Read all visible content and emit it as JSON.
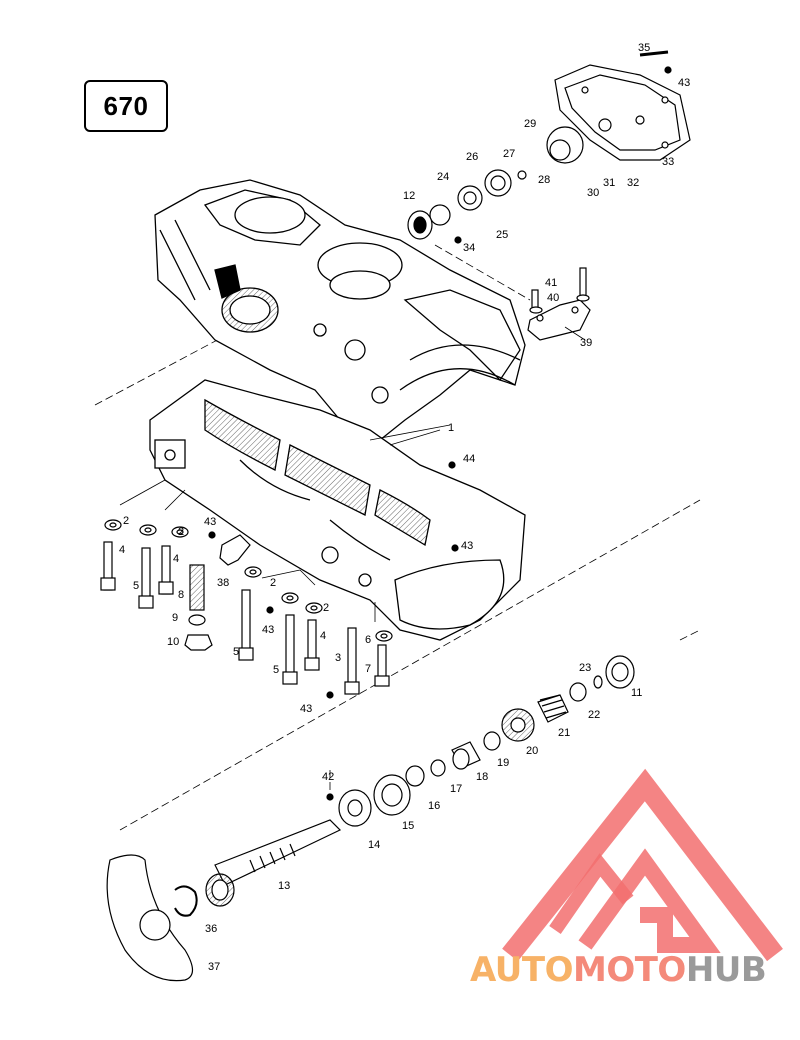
{
  "diagram_ref": "670",
  "callouts": [
    {
      "id": "c35",
      "label": "35"
    },
    {
      "id": "c43a",
      "label": "43"
    },
    {
      "id": "c29",
      "label": "29"
    },
    {
      "id": "c27",
      "label": "27"
    },
    {
      "id": "c26",
      "label": "26"
    },
    {
      "id": "c24",
      "label": "24"
    },
    {
      "id": "c28",
      "label": "28"
    },
    {
      "id": "c30",
      "label": "30"
    },
    {
      "id": "c31",
      "label": "31"
    },
    {
      "id": "c32",
      "label": "32"
    },
    {
      "id": "c33",
      "label": "33"
    },
    {
      "id": "c12",
      "label": "12"
    },
    {
      "id": "c25",
      "label": "25"
    },
    {
      "id": "c34",
      "label": "34"
    },
    {
      "id": "c41",
      "label": "41"
    },
    {
      "id": "c40",
      "label": "40"
    },
    {
      "id": "c39",
      "label": "39"
    },
    {
      "id": "c1",
      "label": "1"
    },
    {
      "id": "c44",
      "label": "44"
    },
    {
      "id": "c43b",
      "label": "43"
    },
    {
      "id": "c43c",
      "label": "43"
    },
    {
      "id": "c2a",
      "label": "2"
    },
    {
      "id": "c2b",
      "label": "2"
    },
    {
      "id": "c4a",
      "label": "4"
    },
    {
      "id": "c5a",
      "label": "5"
    },
    {
      "id": "c4b",
      "label": "4"
    },
    {
      "id": "c8",
      "label": "8"
    },
    {
      "id": "c38",
      "label": "38"
    },
    {
      "id": "c9",
      "label": "9"
    },
    {
      "id": "c10",
      "label": "10"
    },
    {
      "id": "c2c",
      "label": "2"
    },
    {
      "id": "c2d",
      "label": "2"
    },
    {
      "id": "c43d",
      "label": "43"
    },
    {
      "id": "c4c",
      "label": "4"
    },
    {
      "id": "c6",
      "label": "6"
    },
    {
      "id": "c5b",
      "label": "5"
    },
    {
      "id": "c5c",
      "label": "5"
    },
    {
      "id": "c3",
      "label": "3"
    },
    {
      "id": "c7",
      "label": "7"
    },
    {
      "id": "c43e",
      "label": "43"
    },
    {
      "id": "c23",
      "label": "23"
    },
    {
      "id": "c11",
      "label": "11"
    },
    {
      "id": "c22",
      "label": "22"
    },
    {
      "id": "c21",
      "label": "21"
    },
    {
      "id": "c20",
      "label": "20"
    },
    {
      "id": "c19",
      "label": "19"
    },
    {
      "id": "c18",
      "label": "18"
    },
    {
      "id": "c17",
      "label": "17"
    },
    {
      "id": "c16",
      "label": "16"
    },
    {
      "id": "c15",
      "label": "15"
    },
    {
      "id": "c42",
      "label": "42"
    },
    {
      "id": "c14",
      "label": "14"
    },
    {
      "id": "c13",
      "label": "13"
    },
    {
      "id": "c36",
      "label": "36"
    },
    {
      "id": "c37",
      "label": "37"
    }
  ],
  "watermark": {
    "part1": "AUTO",
    "part2": "MOTO",
    "part3": "HUB",
    "colors": {
      "triangle": "#f26f6f",
      "auto": "#f7b267",
      "moto": "#f48a7a",
      "hub": "#9a9a9a"
    }
  }
}
